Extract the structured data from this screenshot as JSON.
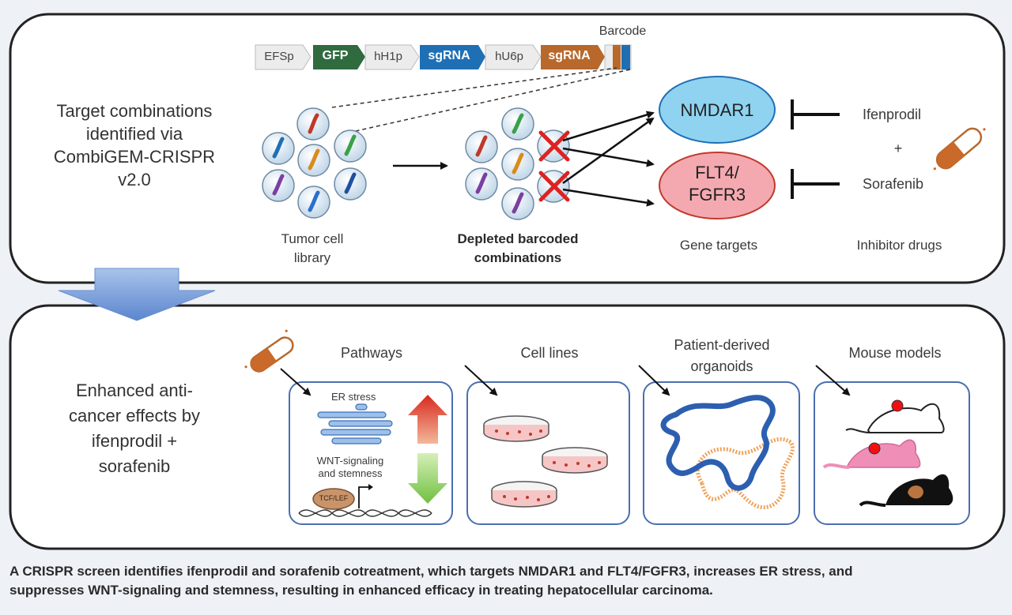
{
  "construct": {
    "segments": [
      "EFSp",
      "GFP",
      "hH1p",
      "sgRNA",
      "hU6p",
      "sgRNA"
    ],
    "barcode_label": "Barcode"
  },
  "top_panel": {
    "title_lines": [
      "Target combinations",
      "identified via",
      "CombiGEM-CRISPR",
      "v2.0"
    ],
    "tumor_label_lines": [
      "Tumor cell",
      "library"
    ],
    "depleted_label_lines": [
      "Depleted barcoded",
      "combinations"
    ],
    "targets": [
      "NMDAR1",
      "FLT4/",
      "FGFR3"
    ],
    "drugs": {
      "first": "Ifenprodil",
      "plus": "+",
      "second": "Sorafenib"
    },
    "gene_targets_label": "Gene targets",
    "inhibitor_label": "Inhibitor drugs"
  },
  "bottom_panel": {
    "title_lines": [
      "Enhanced anti-",
      "cancer effects by",
      "ifenprodil +",
      "sorafenib"
    ],
    "columns": {
      "pathways": "Pathways",
      "cell_lines": "Cell lines",
      "organoids_lines": [
        "Patient-derived",
        "organoids"
      ],
      "mouse": "Mouse models"
    },
    "pathway_labels": {
      "er_stress": "ER stress",
      "wnt_lines": [
        "WNT-signaling",
        "and stemness"
      ],
      "tcf": "TCF/LEF"
    }
  },
  "caption_lines": [
    "A CRISPR screen identifies ifenprodil and sorafenib cotreatment, which targets NMDAR1 and FLT4/FGFR3, increases ER stress, and",
    "suppresses WNT-signaling and stemness, resulting in enhanced efficacy in treating hepatocellular carcinoma."
  ],
  "colors": {
    "gfp": "#2f6b3f",
    "sgrna_blue": "#1f6fb5",
    "sgrna_orange": "#b8682b",
    "nmdar": "#8fd3f0",
    "flt4": "#f4a9b0",
    "panel_border": "#222222",
    "box_border": "#4a6fb0"
  }
}
